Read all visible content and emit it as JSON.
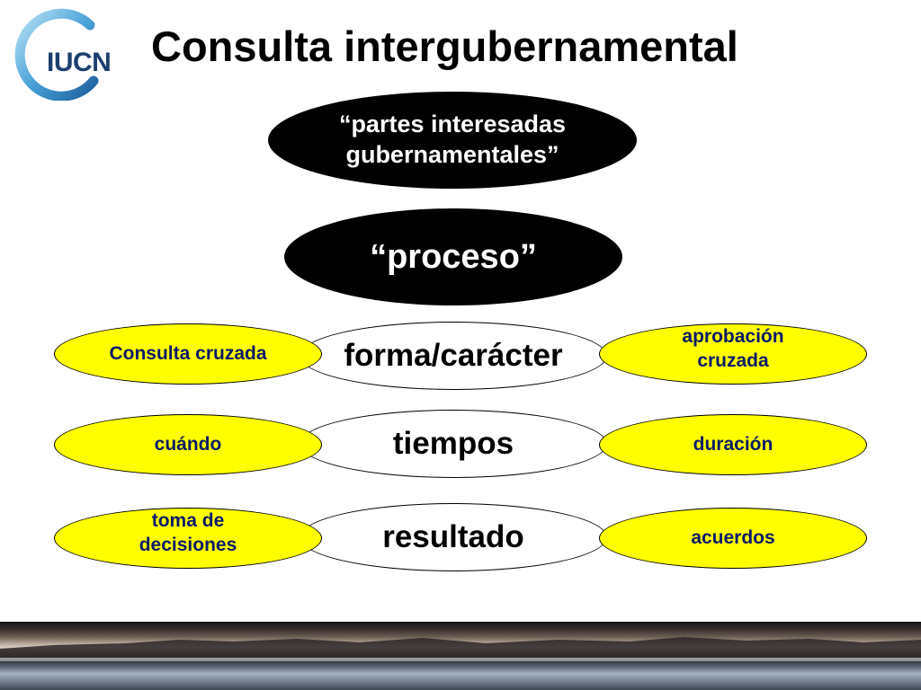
{
  "logo": {
    "text": "IUCN"
  },
  "title": "Consulta intergubernamental",
  "top_nodes": {
    "partes_line1": "“partes interesadas",
    "partes_line2": "gubernamentales”",
    "proceso": "“proceso”"
  },
  "rows": [
    {
      "left": "Consulta cruzada",
      "center": "forma/carácter",
      "right_line1": "aprobación",
      "right_line2": "cruzada"
    },
    {
      "left": "cuándo",
      "center": "tiempos",
      "right": "duración"
    },
    {
      "left_line1": "toma de",
      "left_line2": "decisiones",
      "center": "resultado",
      "right": "acuerdos"
    }
  ],
  "colors": {
    "yellow": "#ffff00",
    "side_text": "#0a1a6a",
    "logo_text": "#1b3f6e",
    "logo_ring_start": "#9fd3ee",
    "logo_ring_end": "#1d6fb3"
  }
}
